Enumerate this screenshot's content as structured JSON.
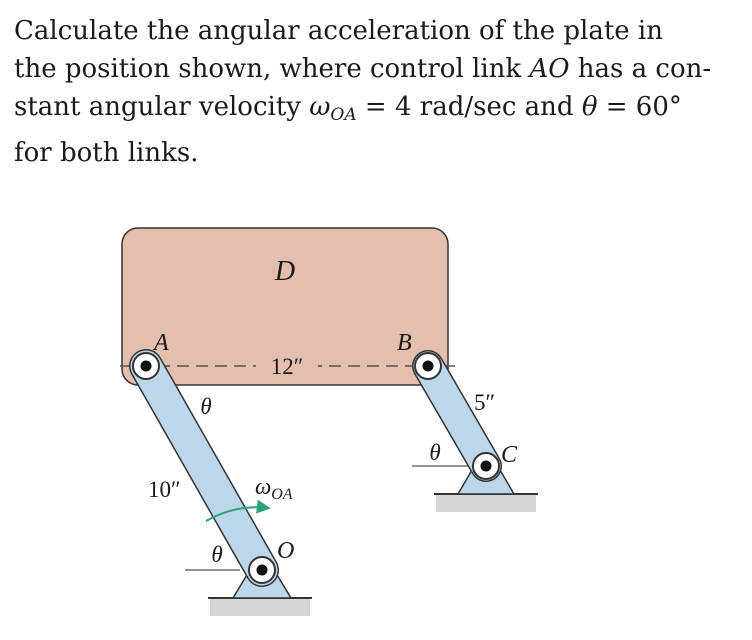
{
  "problem": {
    "line1": "Calculate the angular acceleration of the plate in",
    "line2_part1": "the position shown, where control link ",
    "line2_var": "AO",
    "line2_part2": " has a con-",
    "line3_part1": "stant angular velocity ",
    "line3_omega": "ω",
    "line3_sub": "OA",
    "line3_part2": " = 4 rad/sec and ",
    "line3_theta": "θ",
    "line3_part3": " = 60°",
    "line4": "for both links."
  },
  "diagram": {
    "plate_label": "D",
    "point_a": "A",
    "point_b": "B",
    "point_c": "C",
    "point_o": "O",
    "theta_upper": "θ",
    "theta_lower": "θ",
    "theta_right": "θ",
    "dim_ab": "12″",
    "dim_ao": "10″",
    "dim_bc": "5″",
    "omega_symbol": "ω",
    "omega_sub": "OA",
    "colors": {
      "plate": "#e5bfae",
      "link": "#bcd6ea",
      "support": "#bcd6ea",
      "ground": "#d6d6d6",
      "arrow": "#2aa37a",
      "outline": "#333333"
    }
  }
}
